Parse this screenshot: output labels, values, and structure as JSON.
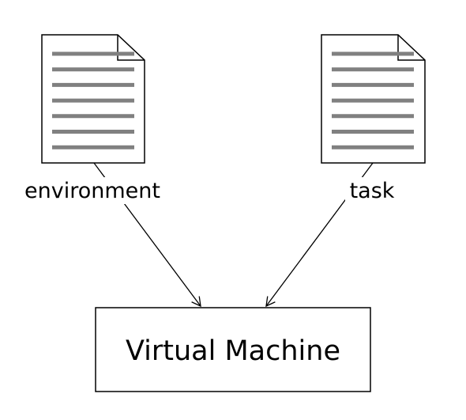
{
  "documents": [
    {
      "id": "environment",
      "label": "environment",
      "line_count": 7
    },
    {
      "id": "task",
      "label": "task",
      "line_count": 7
    }
  ],
  "target": {
    "label": "Virtual Machine"
  },
  "edges": [
    {
      "from": "environment",
      "to": "target"
    },
    {
      "from": "task",
      "to": "target"
    }
  ],
  "colors": {
    "stroke": "#000000",
    "doc_lines": "#808080",
    "background": "#ffffff"
  }
}
